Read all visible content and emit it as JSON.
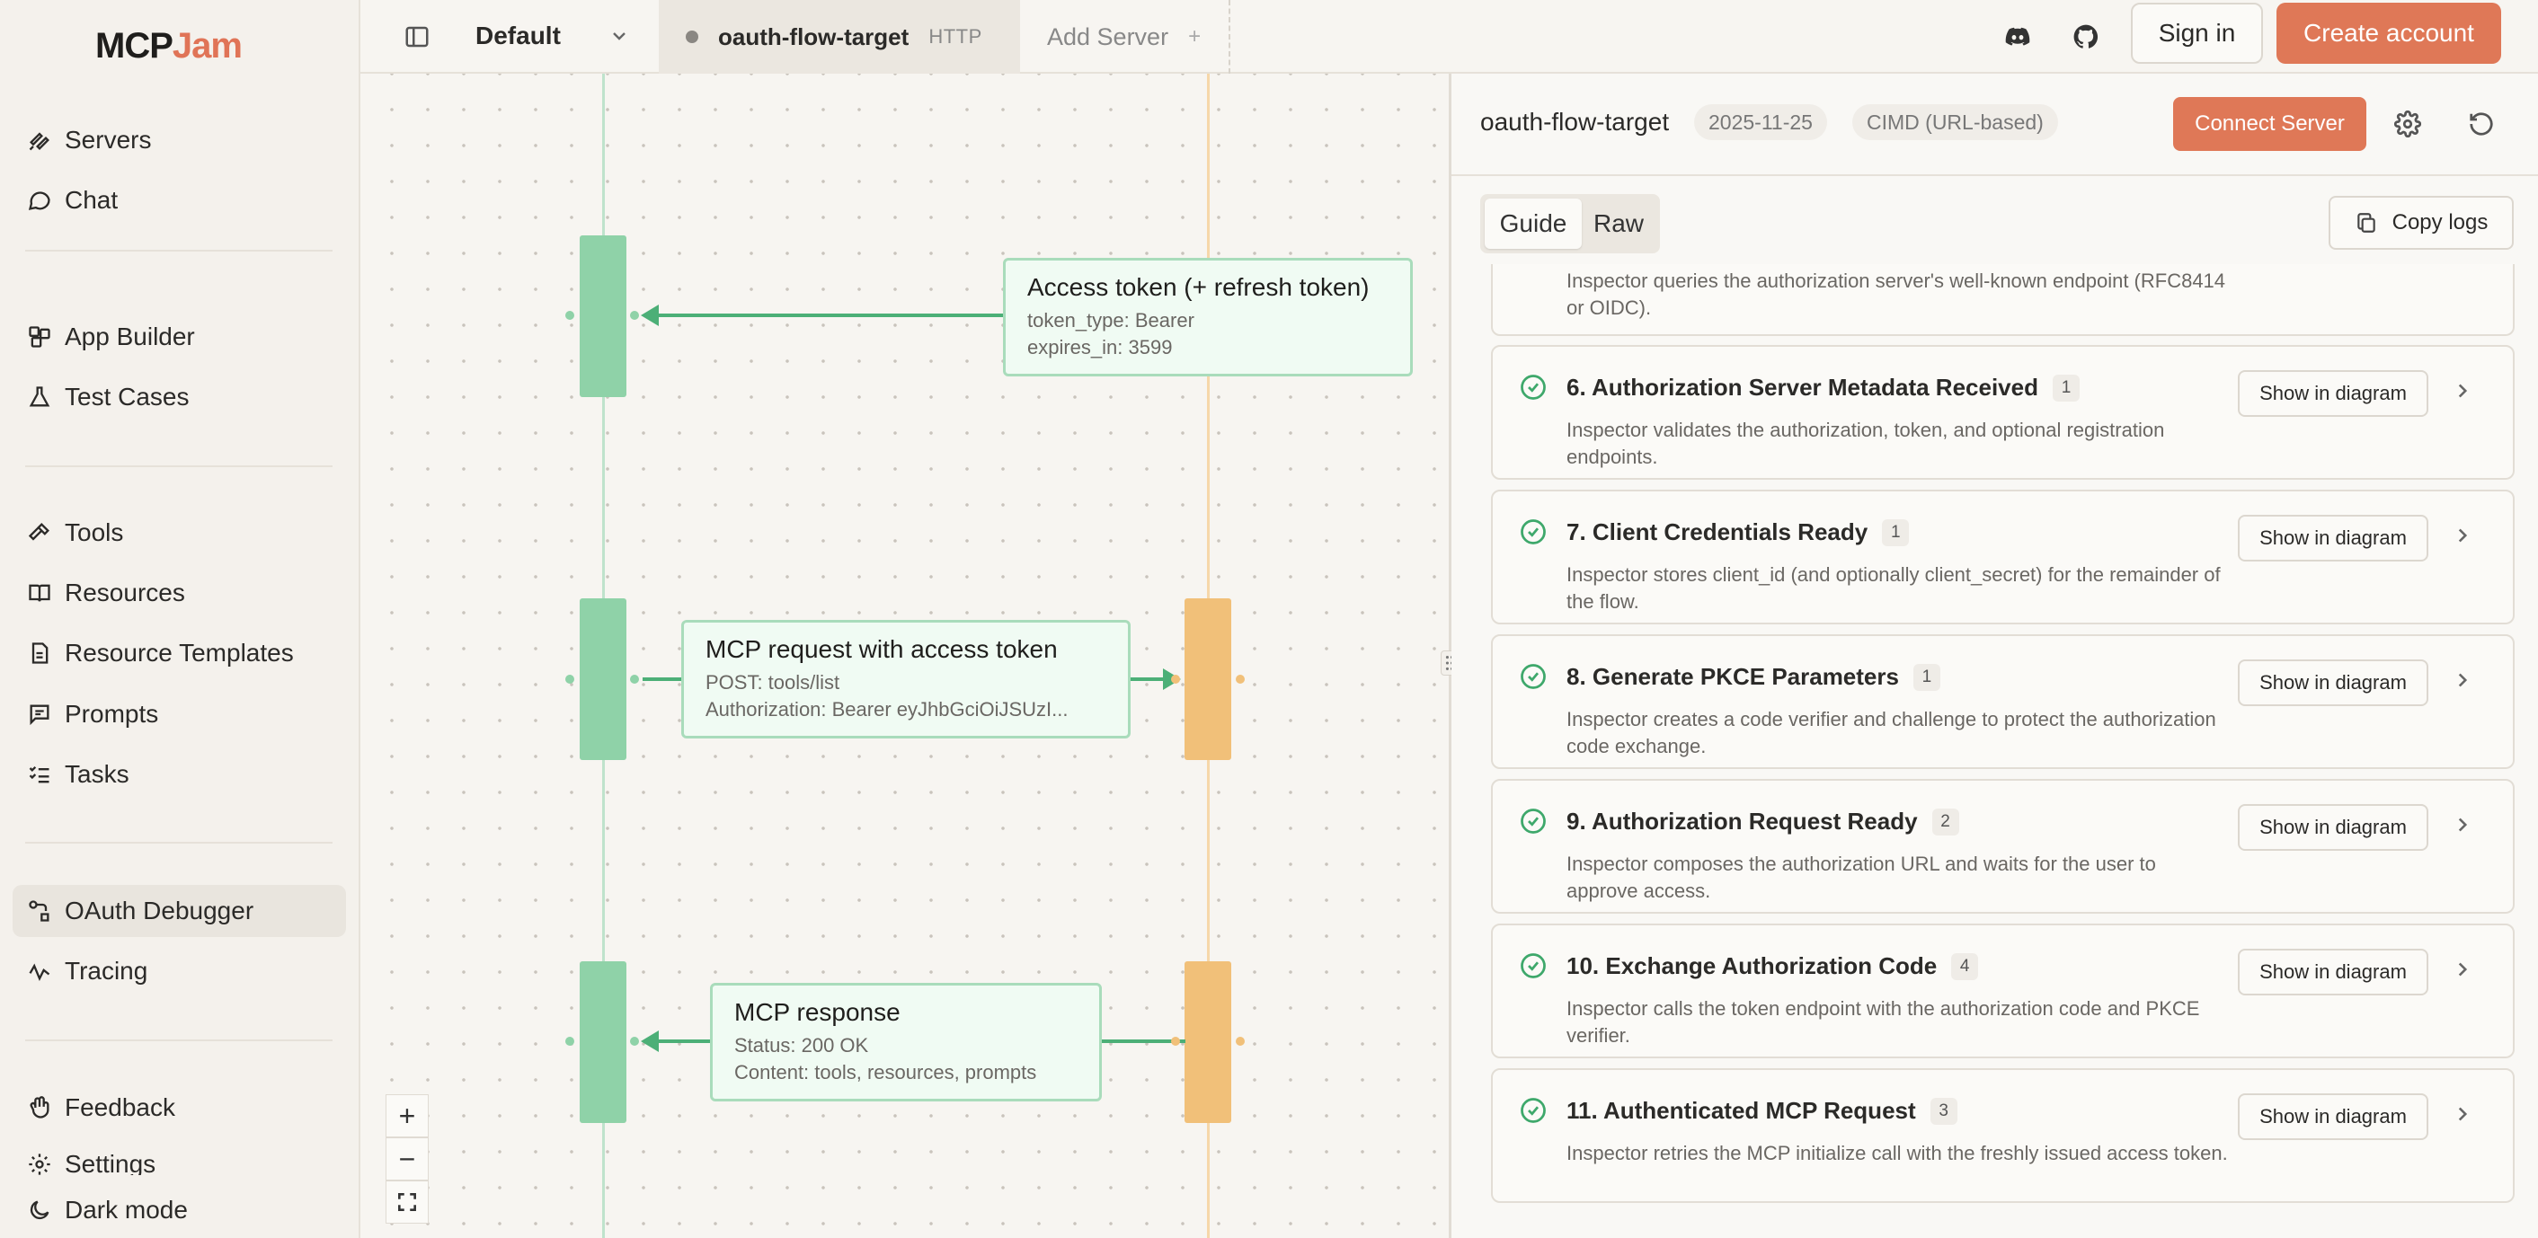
{
  "app": {
    "logo_primary": "MCP",
    "logo_accent": "Jam",
    "accent_color": "#df7857"
  },
  "sidebar": {
    "items": [
      {
        "label": "Servers",
        "icon": "servers-icon"
      },
      {
        "label": "Chat",
        "icon": "chat-icon"
      },
      {
        "label": "App Builder",
        "icon": "app-builder-icon"
      },
      {
        "label": "Test Cases",
        "icon": "flask-icon"
      },
      {
        "label": "Tools",
        "icon": "hammer-icon"
      },
      {
        "label": "Resources",
        "icon": "book-icon"
      },
      {
        "label": "Resource Templates",
        "icon": "file-template-icon"
      },
      {
        "label": "Prompts",
        "icon": "message-square-icon"
      },
      {
        "label": "Tasks",
        "icon": "list-checks-icon"
      },
      {
        "label": "OAuth Debugger",
        "icon": "oauth-icon",
        "active": true
      },
      {
        "label": "Tracing",
        "icon": "activity-icon"
      },
      {
        "label": "Feedback",
        "icon": "hand-icon"
      },
      {
        "label": "Settings",
        "icon": "settings-icon"
      },
      {
        "label": "Dark mode",
        "icon": "moon-icon"
      }
    ]
  },
  "topbar": {
    "workspace": "Default",
    "server_tab": {
      "name": "oauth-flow-target",
      "protocol": "HTTP"
    },
    "add_server": "Add Server",
    "add_server_plus": "+",
    "sign_in": "Sign in",
    "create_account": "Create account"
  },
  "diagram": {
    "messages": [
      {
        "title": "Access token (+ refresh token)",
        "lines": [
          "token_type: Bearer",
          "expires_in: 3599"
        ]
      },
      {
        "title": "MCP request with access token",
        "lines": [
          "POST: tools/list",
          "Authorization: Bearer eyJhbGciOiJSUzI..."
        ]
      },
      {
        "title": "MCP response",
        "lines": [
          "Status: 200 OK",
          "Content: tools, resources, prompts"
        ]
      }
    ],
    "zoom_in": "+",
    "zoom_out": "−",
    "colors": {
      "client": "#8fd2a8",
      "server": "#f1c079",
      "arrow": "#4caf77"
    }
  },
  "panel": {
    "title": "oauth-flow-target",
    "version": "2025-11-25",
    "registration": "CIMD (URL-based)",
    "connect_button": "Connect Server",
    "tabs": [
      "Guide",
      "Raw"
    ],
    "copy_logs": "Copy logs",
    "partial_step_desc": "Inspector queries the authorization server's well-known endpoint (RFC8414 or OIDC).",
    "show_in_diagram": "Show in diagram",
    "steps": [
      {
        "title": "6. Authorization Server Metadata Received",
        "count": "1",
        "desc": "Inspector validates the authorization, token, and optional registration endpoints."
      },
      {
        "title": "7. Client Credentials Ready",
        "count": "1",
        "desc": "Inspector stores client_id (and optionally client_secret) for the remainder of the flow."
      },
      {
        "title": "8. Generate PKCE Parameters",
        "count": "1",
        "desc": "Inspector creates a code verifier and challenge to protect the authorization code exchange."
      },
      {
        "title": "9. Authorization Request Ready",
        "count": "2",
        "desc": "Inspector composes the authorization URL and waits for the user to approve access."
      },
      {
        "title": "10. Exchange Authorization Code",
        "count": "4",
        "desc": "Inspector calls the token endpoint with the authorization code and PKCE verifier."
      },
      {
        "title": "11. Authenticated MCP Request",
        "count": "3",
        "desc": "Inspector retries the MCP initialize call with the freshly issued access token."
      }
    ]
  }
}
